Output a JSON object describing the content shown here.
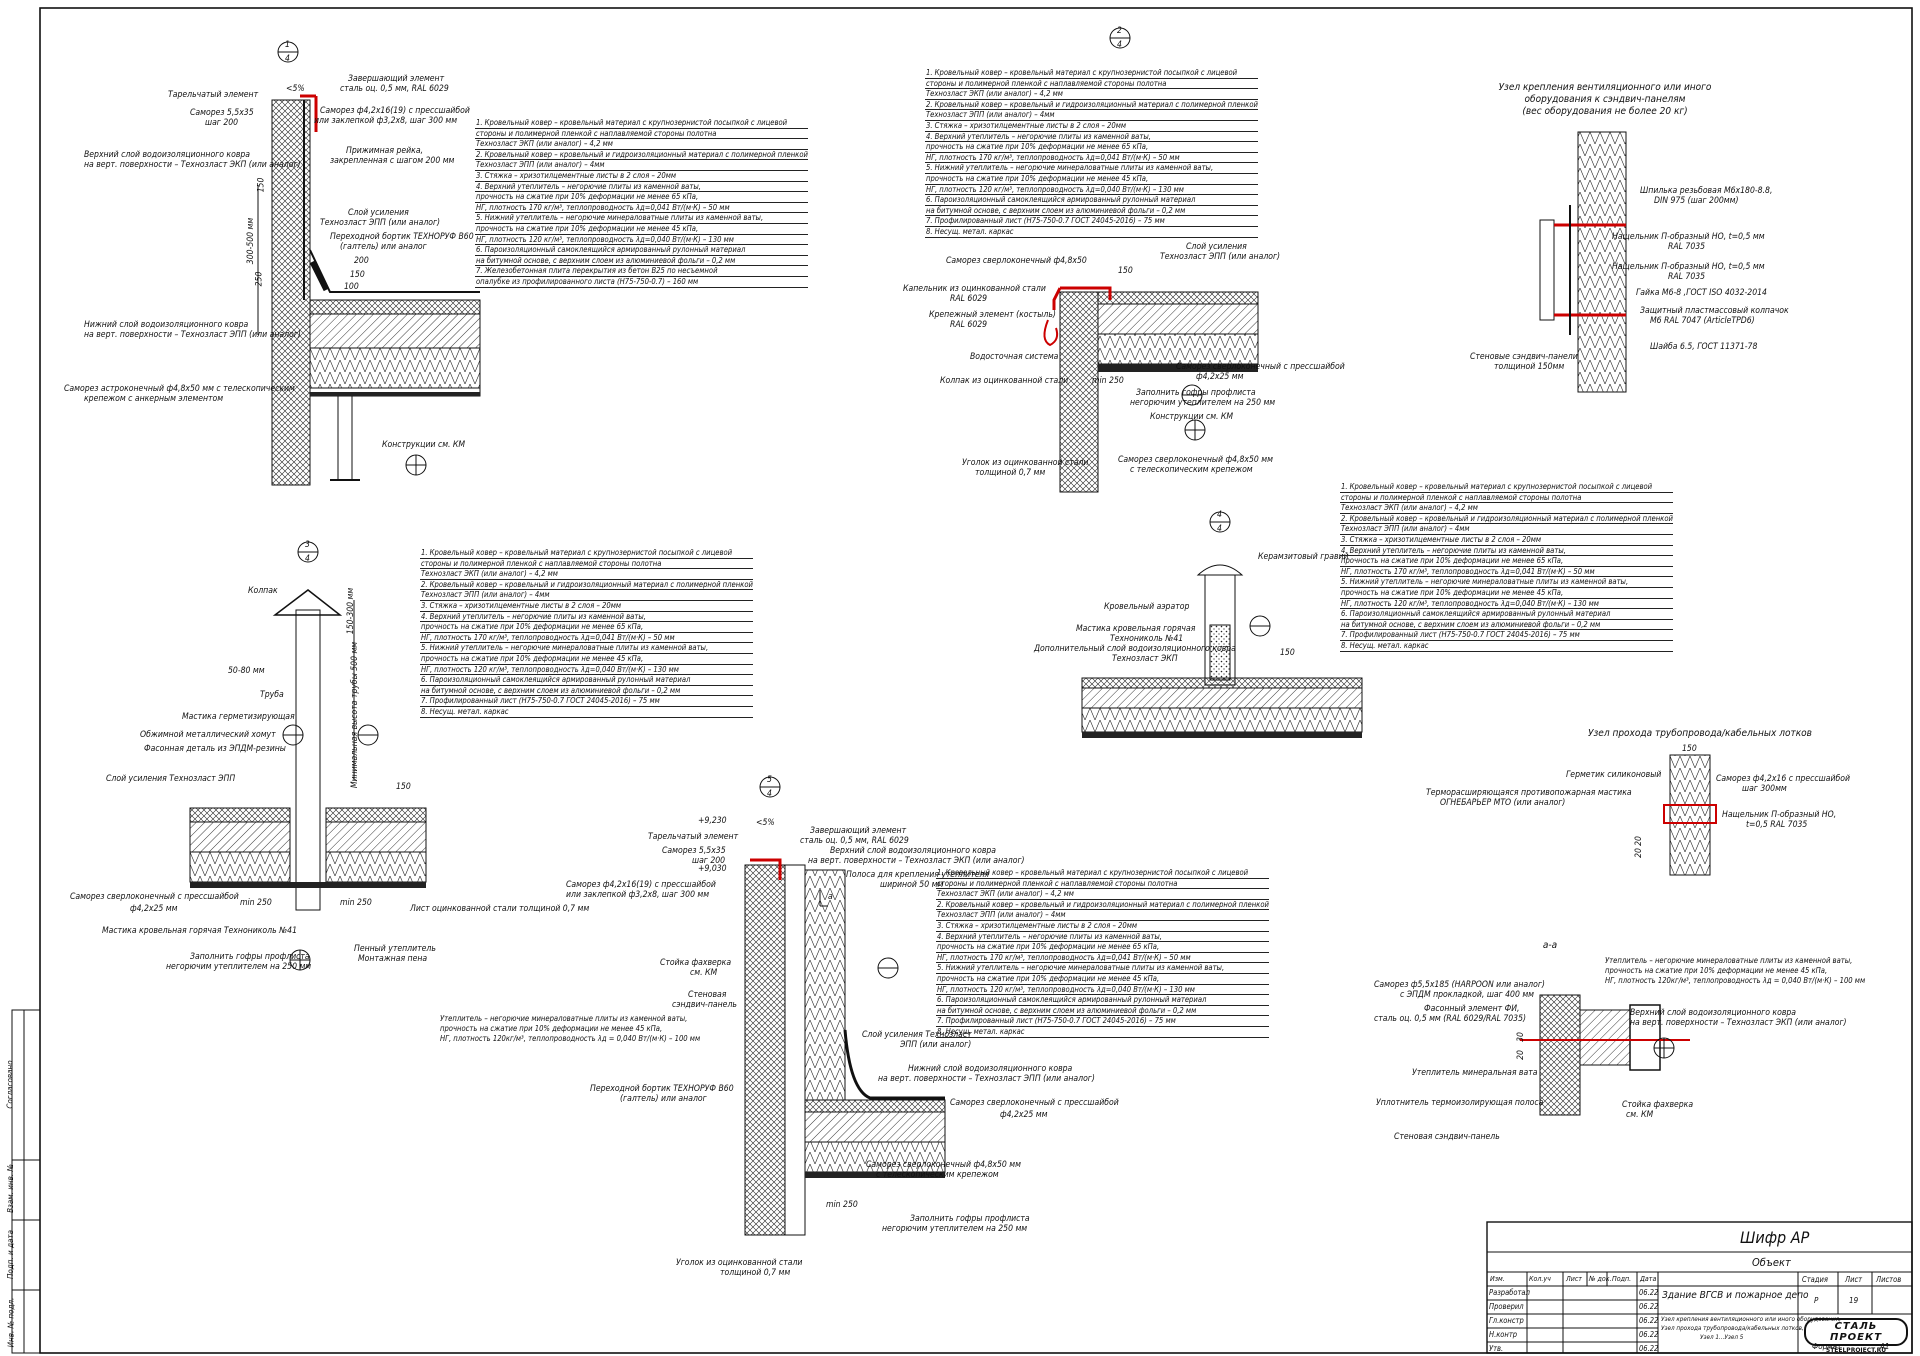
{
  "spec_block": [
    "1. Кровельный ковер – кровельный материал с крупнозернистой посыпкой с лицевой",
    "стороны и полимерной пленкой с наплавляемой стороны полотна",
    "Технозласт ЭКП (или аналог) – 4,2 мм",
    "2. Кровельный ковер – кровельный и гидроизоляционный материал с полимерной пленкой",
    "Технозласт ЭПП (или аналог) – 4мм",
    "3. Стяжка – хризотилцементные листы  в 2 слоя – 20мм",
    "4. Верхний утеплитель – негорючие плиты из каменной ваты,",
    "прочность на сжатие при 10% деформации не менее 65 кПа,",
    "НГ, плотность 170 кг/м³, теплопроводность λд=0,041 Вт/(м·К) – 50 мм",
    "5. Нижний утеплитель – негорючие минераловатные плиты из каменной ваты,",
    "прочность на сжатие при 10% деформации не менее 45 кПа,",
    "НГ, плотность 120 кг/м³, теплопроводность λд=0,040 Вт/(м·К) – 130 мм",
    "6. Пароизоляционный самоклеящийся армированный рулонный материал",
    "на битумной основе, с верхним слоем из алюминиевой фольги – 0,2 мм",
    "7. Профилированный лист (Н75-750-0.7 ГОСТ 24045-2016) – 75 мм",
    "8. Несущ. метал. каркас"
  ],
  "node1": {
    "marker_num": "1",
    "marker_sheet": "4",
    "slope": "<5%",
    "labels": {
      "end_element": "Завершающий элемент",
      "end_element2": "сталь оц. 0,5 мм, RAL 6029",
      "plate": "Тарельчатый элемент",
      "screw": "Саморез 5,5x35",
      "screw2": "шаг 200",
      "screw_washer": "Саморез ф4,2x16(19) с прессшайбой",
      "screw_washer2": "или заклепкой ф3,2x8, шаг 300 мм",
      "top_layer": "Верхний слой водоизоляционного ковра",
      "top_layer2": "на верт. поверхности – Технозласт ЭКП (или аналог)",
      "rail": "Прижимная рейка,",
      "rail2": "закрепленная с шагом 200 мм",
      "reinforce": "Слой усиления",
      "reinforce2": "Технозласт ЭПП (или аналог)",
      "fillet": "Переходной бортик ТЕХНОРУФ В60",
      "fillet2": "(галтель) или аналог",
      "bottom_layer": "Нижний слой водоизоляционного ковра",
      "bottom_layer2": "на верт. поверхности – Технозласт ЭПП (или аналог)",
      "self_drill": "Саморез астроконечный ф4,8x50 мм с телескопическим",
      "self_drill2": "крепежом с анкерным элементом",
      "structures": "Конструкции см. КМ"
    },
    "dims": [
      "150",
      "300-500 мм",
      "250",
      "200",
      "150",
      "100"
    ],
    "spec": [
      "1. Кровельный ковер – кровельный материал с крупнозернистой посыпкой с лицевой",
      "стороны и полимерной пленкой с наплавляемой стороны полотна",
      "Технозласт ЭКП (или аналог) – 4,2 мм",
      "2. Кровельный ковер – кровельный и гидроизоляционный материал с полимерной пленкой",
      "Технозласт ЭПП (или аналог) – 4мм",
      "3. Стяжка – хризотилцементные листы  в 2 слоя – 20мм",
      "4. Верхний утеплитель – негорючие плиты из каменной ваты,",
      "прочность на сжатие при 10% деформации не менее 65 кПа,",
      "НГ, плотность 170 кг/м³, теплопроводность λд=0,041 Вт/(м·К) – 50 мм",
      "5. Нижний утеплитель – негорючие минераловатные плиты из каменной ваты,",
      "прочность на сжатие при 10% деформации не менее 45 кПа,",
      "НГ, плотность 120 кг/м³, теплопроводность λд=0,040 Вт/(м·К) – 130 мм",
      "6. Пароизоляционный самоклеящийся армированный рулонный материал",
      "на битумной основе, с верхним слоем из алюминиевой фольги – 0,2 мм",
      "7. Железобетонная плита перекрытия из бетон В25 по несъемной",
      "опалубке из профилированного листа  (Н75-750-0.7) – 160 мм"
    ]
  },
  "node2": {
    "marker_num": "2",
    "marker_sheet": "4",
    "labels": {
      "screw": "Саморез сверлоконечный ф4,8x50",
      "gutter": "Капельник из оцинкованной стали",
      "gutter2": "RAL 6029",
      "hook": "Крепежный элемент (костыль)",
      "hook2": "RAL 6029",
      "drain": "Водосточная система",
      "cap": "Колпак из оцинкованной стали",
      "reinforce": "Слой усиления",
      "reinforce2": "Технозласт ЭПП (или аналог)",
      "screw_washer": "Саморез сверлоконечный с прессшайбой",
      "screw_washer2": "ф4,2x25 мм",
      "fill": "Заполнить гофры профлиста",
      "fill2": "негорючим утеплителем на 250 мм",
      "structures": "Конструкции см. КМ",
      "angle": "Уголок из оцинкованной стали",
      "angle2": "толщиной 0,7 мм",
      "telescopic": "Саморез сверлоконечный ф4,8x50 мм",
      "telescopic2": "с телескопическим крепежом"
    },
    "dims": [
      "150",
      "min 250"
    ]
  },
  "node3": {
    "marker_num": "3",
    "marker_sheet": "4",
    "labels": {
      "cap": "Колпак",
      "pipe": "Труба",
      "mastic": "Мастика герметизирующая",
      "clamp": "Обжимной металлический хомут",
      "shaped": "Фасонная деталь из ЭПДМ-резины",
      "reinforce": "Слой усиления Технозласт ЭПП",
      "screw": "Саморез сверлоконечный с прессшайбой",
      "screw2": "ф4,2x25 мм",
      "mastic2": "Мастика кровельная горячая Технониколь №41",
      "fill": "Заполнить гофры профлиста",
      "fill2": "негорючим утеплителем на 250 мм",
      "sheet": "Лист оцинкованной стали толщиной 0,7 мм",
      "foam": "Пенный утеплитель",
      "foam2": "Монтажная пена",
      "min_height": "Минимальная высота трубы 500 мм"
    },
    "dims": [
      "150-300 мм",
      "50-80 мм",
      "150",
      "min 250",
      "min 250"
    ]
  },
  "node4": {
    "marker_num": "4",
    "marker_sheet": "4",
    "labels": {
      "gravel": "Керамзитовый гравий",
      "aerator": "Кровельный аэратор",
      "mastic": "Мастика кровельная горячая",
      "mastic2": "Технониколь №41",
      "extra_layer": "Дополнительный слой водоизоляционного ковра",
      "extra_layer2": "Технозласт ЭКП"
    },
    "dims": [
      "150"
    ]
  },
  "node5": {
    "marker_num": "5",
    "marker_sheet": "4",
    "slope": "<5%",
    "levels": [
      "+9,230",
      "+9,030"
    ],
    "section_mark": "а",
    "labels": {
      "end_element": "Завершающий элемент",
      "end_element2": "сталь оц. 0,5 мм, RAL 6029",
      "plate": "Тарельчатый элемент",
      "screw": "Саморез 5,5x35",
      "screw2": "шаг 200",
      "top_layer": "Верхний слой водоизоляционного ковра",
      "top_layer2": "на верт. поверхности – Технозласт ЭКП (или аналог)",
      "strip": "Полоса для крепления утеплителя",
      "strip2": "шириной 50 мм",
      "screw_washer": "Саморез ф4,2x16(19) с прессшайбой",
      "screw_washer2": "или заклепкой ф3,2x8, шаг 300 мм",
      "post": "Стойка фахверка",
      "post2": "см. КМ",
      "panel": "Стеновая",
      "panel2": "сэндвич-панель",
      "insul": "Утеплитель – негорючие минераловатные плиты из каменной ваты,",
      "insul2": "прочность на сжатие при 10% деформации не менее 45 кПа,",
      "insul3": "НГ, плотность 120кг/м³, теплопроводность  λд = 0,040 Вт/(м·К) – 100 мм",
      "reinforce": "Слой усиления Технозласт",
      "reinforce2": "ЭПП (или аналог)",
      "bottom_layer": "Нижний слой водоизоляционного ковра",
      "bottom_layer2": "на верт. поверхности – Технозласт ЭПП (или аналог)",
      "fillet": "Переходной бортик ТЕХНОРУФ В60",
      "fillet2": "(галтель) или аналог",
      "screw_drill": "Саморез сверлоконечный с прессшайбой",
      "screw_drill2": "ф4,2x25 мм",
      "telescopic": "Саморез сверлоконечный ф4,8x50 мм",
      "telescopic2": "с телескопическим крепежом",
      "fill": "Заполнить гофры профлиста",
      "fill2": "негорючим утеплителем на 250 мм",
      "angle": "Уголок из оцинкованной стали",
      "angle2": "толщиной 0,7 мм"
    },
    "dims": [
      "min 250"
    ]
  },
  "vent_node": {
    "title1": "Узел крепления вентиляционного или иного",
    "title2": "оборудования к сэндвич-панелям",
    "title3": "(вес оборудования не более 20 кг)",
    "labels": {
      "stud": "Шпилька резьбовая М6x180-8.8,",
      "stud2": "DIN 975 (шаг 200мм)",
      "pclip": "Нащельник П-образный НО, t=0,5 мм",
      "pclip2": "RAL 7035",
      "pclip3": "Нащельник П-образный НО, t=0,5 мм",
      "pclip4": "RAL 7035",
      "nut": "Гайка М6-8 ,ГОСТ ISO 4032-2014",
      "capnut": "Защитный пластмассовый колпачок",
      "capnut2": "М6 RAL 7047 (ArticleTPD6)",
      "washer": "Шайба 6.5, ГОСТ 11371-78",
      "panel": "Стеновые сэндвич-панели",
      "panel2": "толщиной 150мм"
    }
  },
  "pipe_node": {
    "title": "Узел прохода трубопровода/кабельных лотков",
    "labels": {
      "sealant": "Герметик силиконовый",
      "mastic": "Терморасширяющаяся противопожарная  мастика",
      "mastic2": "ОГНЕБАРЬЕР МТО (или аналог)",
      "screw": "Саморез ф4,2x16 с прессшайбой",
      "screw2": "шаг 300мм",
      "pclip": "Нащельник П-образный НО,",
      "pclip2": "t=0,5 RAL 7035"
    },
    "dims": [
      "150",
      "20",
      "20"
    ]
  },
  "section_aa": {
    "title": "а-а",
    "labels": {
      "insul": "Утеплитель – негорючие минераловатные плиты из каменной ваты,",
      "insul2": "прочность на сжатие при 10% деформации не менее 45 кПа,",
      "insul3": "НГ, плотность 120кг/м³, теплопроводность  λд = 0,040 Вт/(м·К) – 100 мм",
      "screw": "Саморез ф5,5x185 (HARPOON или аналог)",
      "screw2": "с ЭПДМ прокладкой, шаг 400 мм",
      "shaped": "Фасонный элемент ФИ,",
      "shaped2": "сталь оц. 0,5 мм (RAL 6029/RAL 7035)",
      "top_layer": "Верхний слой водоизоляционного ковра",
      "top_layer2": "на верт. поверхности – Технозласт ЭКП (или аналог)",
      "mineral": "Утеплитель минеральная вата",
      "seal": "Уплотнитель термоизолирующая полоса",
      "post": "Стойка фахверка",
      "post2": "см. КМ",
      "panel": "Стеновая сэндвич-панель"
    },
    "dims": [
      "30",
      "20"
    ]
  },
  "title_block": {
    "code": "Шифр АР",
    "object": "Объект",
    "building": "Здание ВГСВ и пожарное депо",
    "sheet_desc1": "Узел крепления вентиляционного или иного оборудования,",
    "sheet_desc2": "Узел прохода трубопровода/кабельных лотков,",
    "sheet_desc3": "Узел 1...Узел 5",
    "col_headers": [
      "Изм.",
      "Кол.уч",
      "Лист",
      "№ док.",
      "Подп.",
      "Дата"
    ],
    "roles": [
      "Разработал",
      "Проверил",
      "Гл.констр",
      "",
      "Н.контр",
      "Утв."
    ],
    "dates": [
      "06.22",
      "06.22",
      "06.22",
      "",
      "06.22",
      "06.22"
    ],
    "stage_header": "Стадия",
    "sheet_header": "Лист",
    "sheets_header": "Листов",
    "stage": "Р",
    "sheet": "19",
    "logo_text": "СТАЛЬ ПРОЕКТ",
    "logo_url": "STEELPROJECT.RU",
    "format_label": "Формат",
    "format": "А1"
  },
  "side_stamp": [
    "Согласовано",
    "Взам. инв. №",
    "Подп. и дата",
    "Инв. № подл."
  ]
}
